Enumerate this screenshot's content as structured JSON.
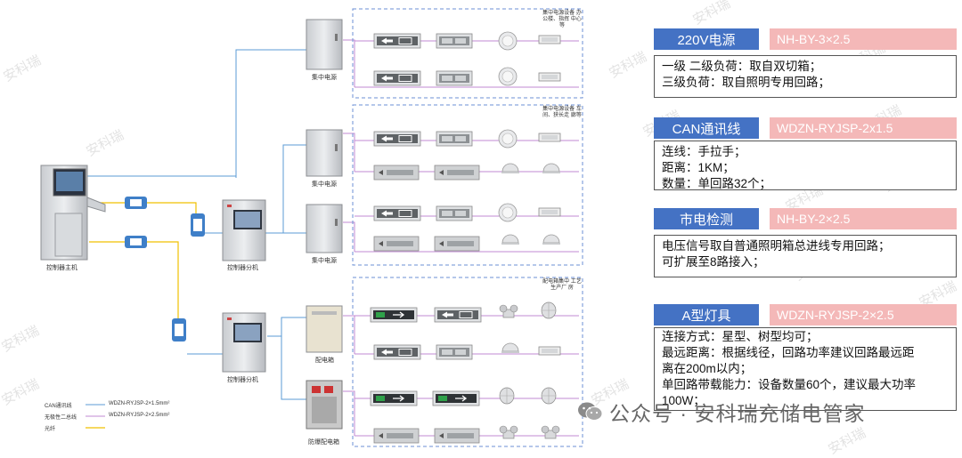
{
  "watermark": "安科瑞",
  "equipment": {
    "host": "控制器主机",
    "sub1": "控制器分机",
    "sub2": "控制器分机",
    "psu1": "集中电源",
    "psu2": "集中电源",
    "psu3": "集中电源",
    "dist1": "配电箱",
    "dist2": "防爆配电箱"
  },
  "groups": {
    "g1": "集中电源设备 办公楼、指挥 中心等",
    "g2": "集中电源设备 车间、狭长走 廊等",
    "g3": "配电箱集中 工艺生产厂 房"
  },
  "legend": [
    {
      "label": "CAN通讯线",
      "cable": "WDZN-RYJSP-2×1.5mm²",
      "color": "#5b9bd5"
    },
    {
      "label": "无极性二总线",
      "cable": "WDZN-RYJSP-2×2.5mm²",
      "color": "#c08ad3"
    },
    {
      "label": "光纤",
      "cable": "",
      "color": "#f0c000"
    }
  ],
  "panels": [
    {
      "title": "220V电源",
      "cable": "NH-BY-3×2.5",
      "lines": [
        "一级 二级负荷：取自双切箱；",
        "三级负荷：取自照明专用回路；"
      ]
    },
    {
      "title": "CAN通讯线",
      "cable": "WDZN-RYJSP-2x1.5",
      "lines": [
        "连线：手拉手；",
        "距离：1KM；",
        "数量：单回路32个；"
      ]
    },
    {
      "title": "市电检测",
      "cable": "NH-BY-2×2.5",
      "lines": [
        "电压信号取自普通照明箱总进线专用回路；",
        "可扩展至8路接入；"
      ]
    },
    {
      "title": "A型灯具",
      "cable": "WDZN-RYJSP-2×2.5",
      "lines": [
        "连接方式：星型、树型均可；",
        "最远距离：根据线径，回路功率建议回路最远距",
        "离在200m以内；",
        "单回路带载能力：设备数量60个，建议最大功率",
        "100W；"
      ]
    }
  ],
  "footer": "公众号 · 安科瑞充储电管家"
}
